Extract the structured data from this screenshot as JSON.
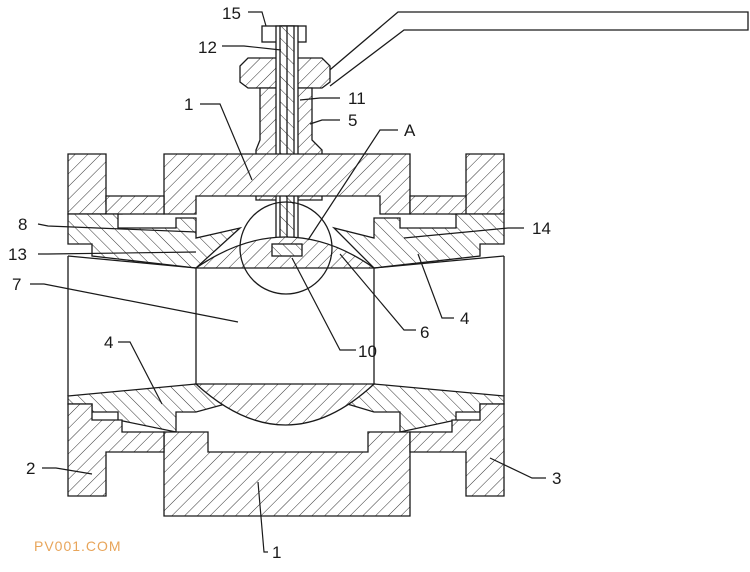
{
  "figure": {
    "labels": {
      "l15": "15",
      "l12": "12",
      "l1_top": "1",
      "l11": "11",
      "l5": "5",
      "lA": "A",
      "l8": "8",
      "l14": "14",
      "l13": "13",
      "l7": "7",
      "l4_right": "4",
      "l6": "6",
      "l10": "10",
      "l4_left": "4",
      "l2": "2",
      "l3": "3",
      "l1_bottom": "1"
    },
    "colors": {
      "line": "#1a1a1a",
      "watermark": "#e8a55a"
    }
  },
  "watermark": "PV001.COM"
}
